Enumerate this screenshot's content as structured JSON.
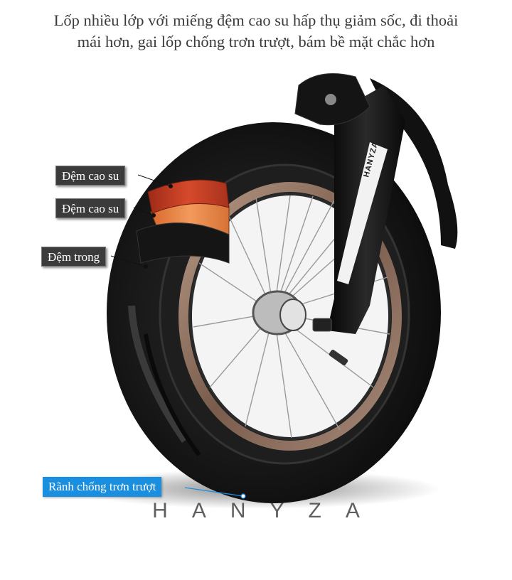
{
  "headline": {
    "line1": "Lốp nhiều lớp với miếng đệm cao su hấp thụ giảm sốc, đi thoải",
    "line2": "mái hơn, gai lốp chống trơn trượt, bám bề mặt chắc hơn"
  },
  "callouts": {
    "outer_rubber": "Đệm cao su",
    "inner_rubber": "Đệm cao su",
    "inner_pad": "Đệm trong",
    "anti_slip": "Rãnh chống trơn trượt"
  },
  "brand": "HANYZA",
  "fork_brand_text": "HANYZA",
  "colors": {
    "rubber_red": "#c43c22",
    "rubber_orange": "#e57b3f",
    "callout_dark": "#3b3b3b",
    "callout_blue": "#1a8fe0",
    "tire": "#1a1a1a",
    "rim": "#8a6a5a"
  }
}
